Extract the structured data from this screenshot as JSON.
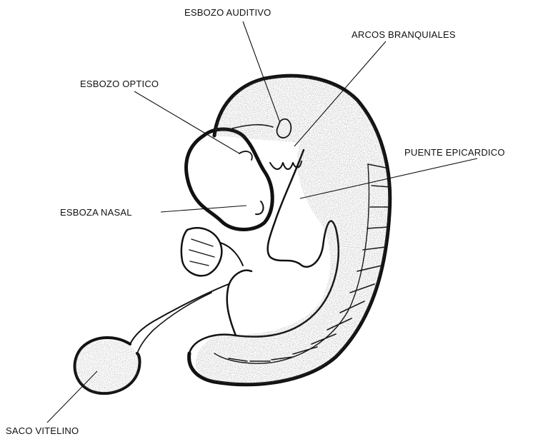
{
  "labels": {
    "esbozo_auditivo": "ESBOZO AUDITIVO",
    "arcos_branquiales": "ARCOS BRANQUIALES",
    "esbozo_optico": "ESBOZO OPTICO",
    "puente_epicardico": "PUENTE EPICARDICO",
    "esboza_nasal": "ESBOZA NASAL",
    "saco_vitelino": "SACO VITELINO"
  },
  "colors": {
    "ink": "#111111",
    "background": "#ffffff"
  }
}
